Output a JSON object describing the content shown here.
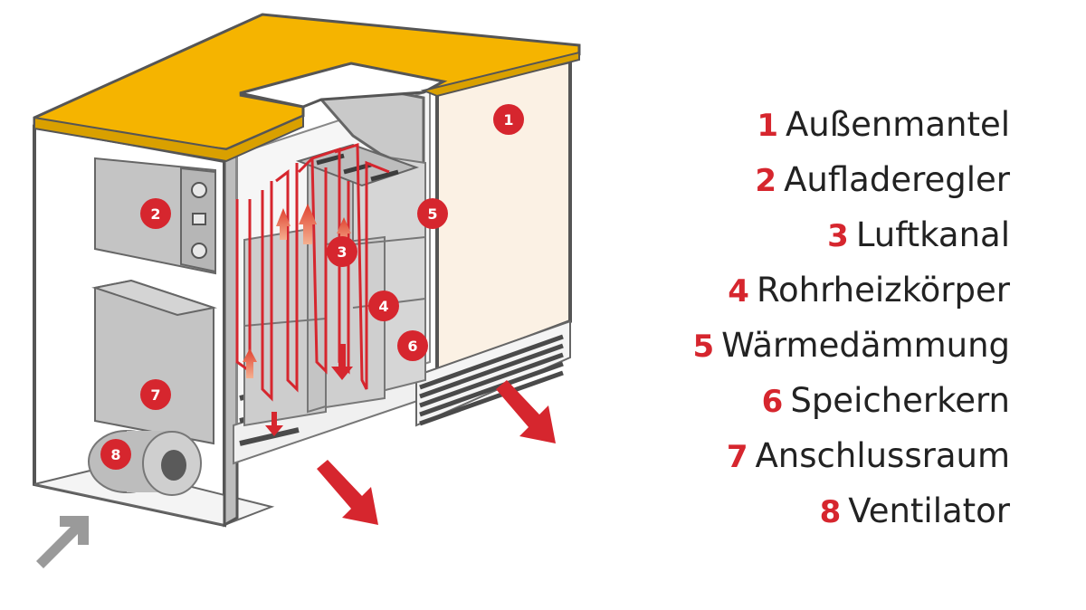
{
  "legend": [
    {
      "num": "1",
      "label": "Außenmantel"
    },
    {
      "num": "2",
      "label": "Aufladeregler"
    },
    {
      "num": "3",
      "label": "Luftkanal"
    },
    {
      "num": "4",
      "label": "Rohrheizkörper"
    },
    {
      "num": "5",
      "label": "Wärmedämmung"
    },
    {
      "num": "6",
      "label": "Speicherkern"
    },
    {
      "num": "7",
      "label": "Anschlussraum"
    },
    {
      "num": "8",
      "label": "Ventilator"
    }
  ],
  "badges": [
    "1",
    "2",
    "3",
    "4",
    "5",
    "6",
    "7",
    "8"
  ],
  "colors": {
    "accent_red": "#d6262e",
    "lid_yellow": "#f5b400",
    "panel_cream": "#fbf1e4",
    "box_gray": "#c9c9c9",
    "arrow_gray": "#9a9a9a"
  }
}
